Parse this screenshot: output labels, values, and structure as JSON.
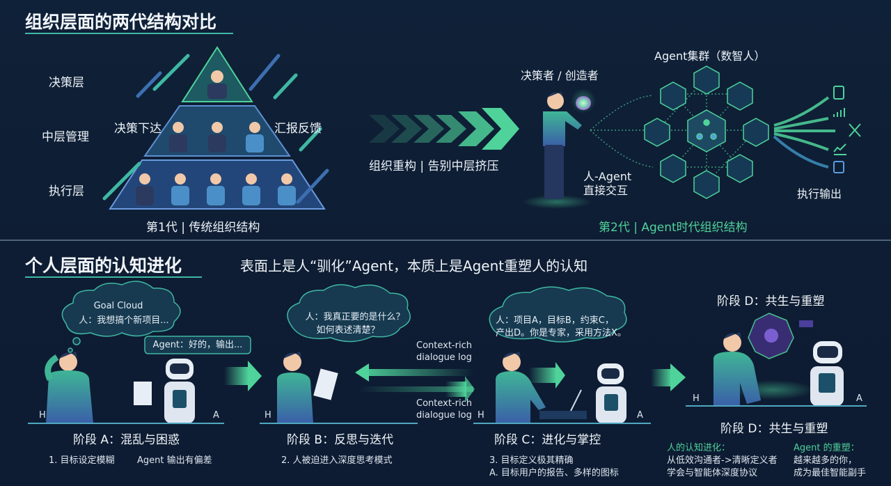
{
  "top": {
    "title": "组织层面的两代结构对比",
    "gen1": {
      "layers": [
        "决策层",
        "中层管理",
        "执行层"
      ],
      "down_label": "决策下达",
      "up_label": "汇报反馈",
      "caption": "第1代 | 传统组织结构"
    },
    "transition": "组织重构 | 告别中层挤压",
    "gen2": {
      "decider": "决策者 / 创造者",
      "cluster": "Agent集群（数智人）",
      "interaction": [
        "人-Agent",
        "直接交互"
      ],
      "output": "执行输出",
      "caption": "第2代 | Agent时代组织结构",
      "output_icons": [
        "document-icon",
        "bar-chart-icon",
        "tools-icon",
        "trend-icon",
        "checklist-icon"
      ]
    }
  },
  "bottom": {
    "title": "个人层面的认知进化",
    "subtitle": "表面上是人“驯化”Agent，本质上是Agent重塑人的认知",
    "stage_a": {
      "cloud_title": "Goal Cloud",
      "cloud_text": "人：我想搞个新项目...",
      "agent_text": "Agent：好的，输出...",
      "title": "阶段 A：混乱与困惑",
      "notes": [
        "1. 目标设定模糊",
        "Agent 输出有偏差"
      ]
    },
    "stage_b": {
      "cloud_text": [
        "人：我真正要的是什么？",
        "如何表述清楚？"
      ],
      "title": "阶段 B：反思与迭代",
      "notes": [
        "2. 人被迫进入深度思考模式"
      ]
    },
    "log_label": [
      "Context-rich",
      "dialogue log"
    ],
    "stage_c": {
      "cloud_text": [
        "人：项目A，目标B，约束C，",
        "产出D。你是专家，采用方法X。"
      ],
      "title": "阶段 C：进化与掌控",
      "notes": [
        "3. 目标定义极其精确",
        "A. 目标用户的报告、多样的图标"
      ]
    },
    "stage_d": {
      "header": "阶段 D：共生与重塑",
      "title": "阶段 D：共生与重塑",
      "human_title": "人的认知进化：",
      "human_lines": [
        "从低效沟通者->清晰定义者",
        "学会与智能体深度协议"
      ],
      "agent_title": "Agent 的重塑：",
      "agent_lines": [
        "越来越多的你，",
        "成为最佳智能副手"
      ]
    },
    "h_label": "H",
    "a_label": "A"
  },
  "colors": {
    "bg": "#0f2138",
    "accent": "#4fd39a",
    "teal": "#3fb8a4",
    "blue": "#3d6fb0"
  }
}
